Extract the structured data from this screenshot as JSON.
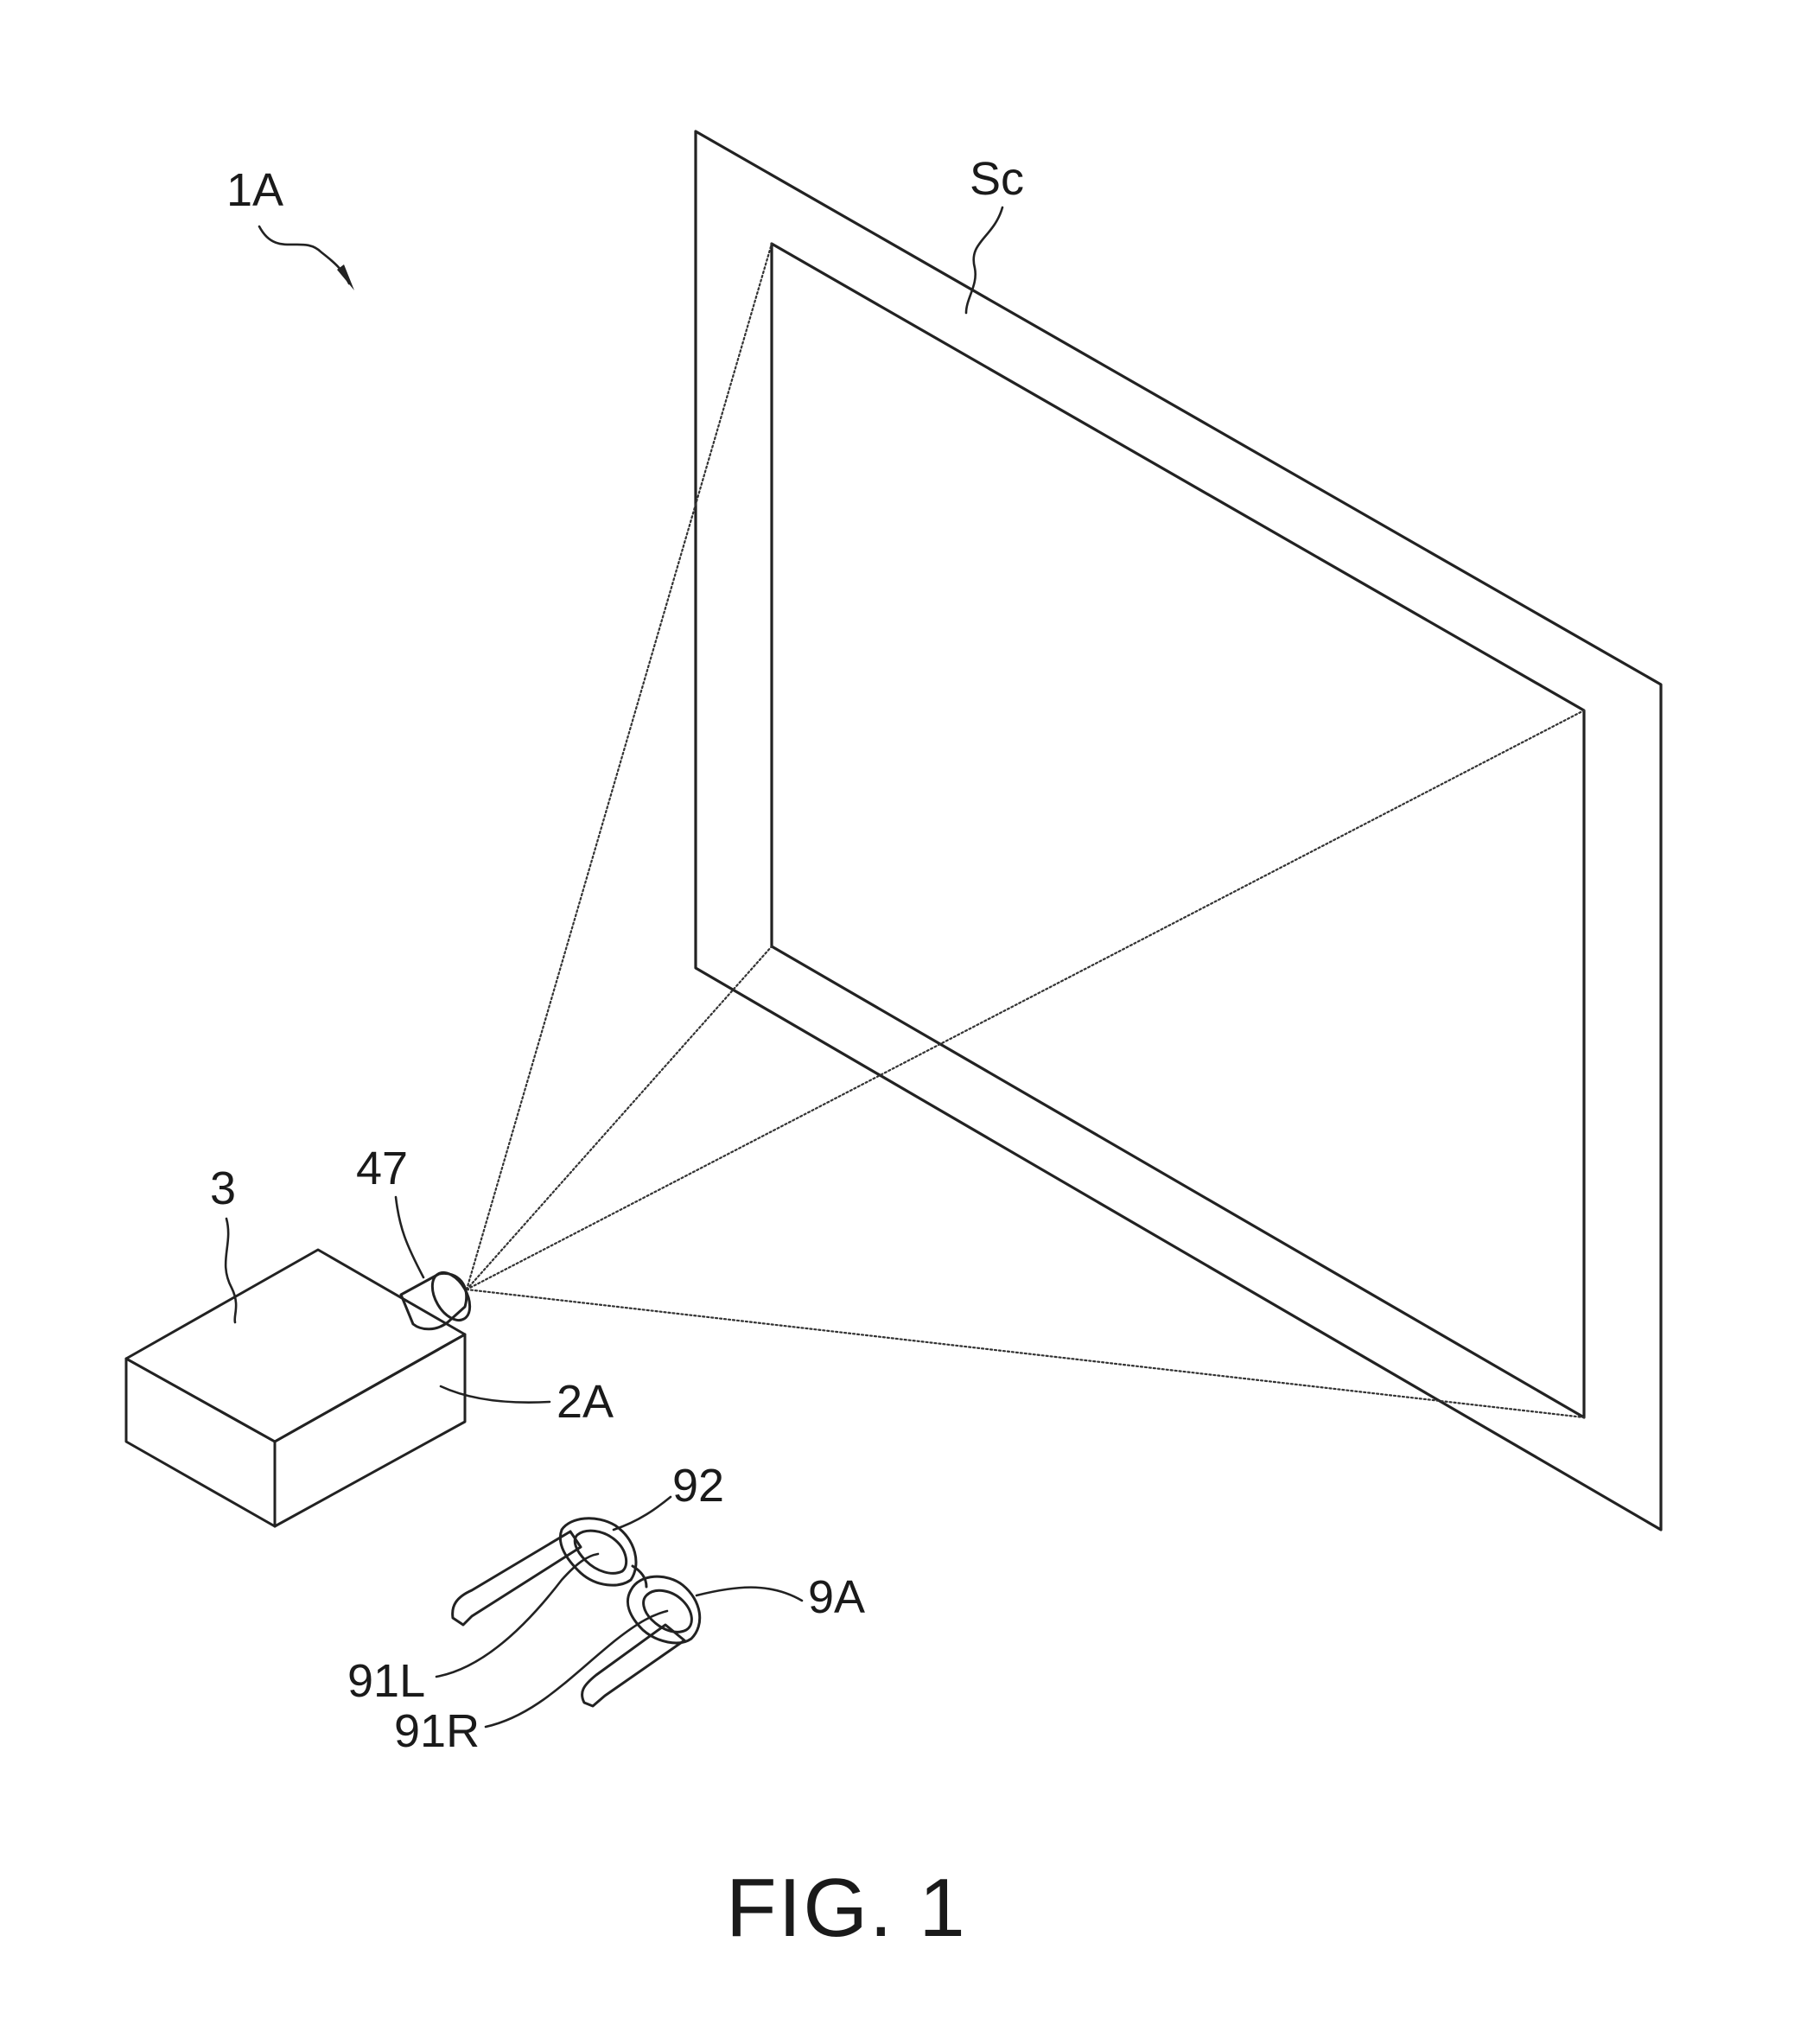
{
  "figure": {
    "caption": "FIG. 1",
    "labels": {
      "system": "1A",
      "screen": "Sc",
      "projector_top": "3",
      "lens": "47",
      "projector_body": "2A",
      "glasses_frame": "92",
      "glasses": "9A",
      "left_lens": "91L",
      "right_lens": "91R"
    }
  }
}
